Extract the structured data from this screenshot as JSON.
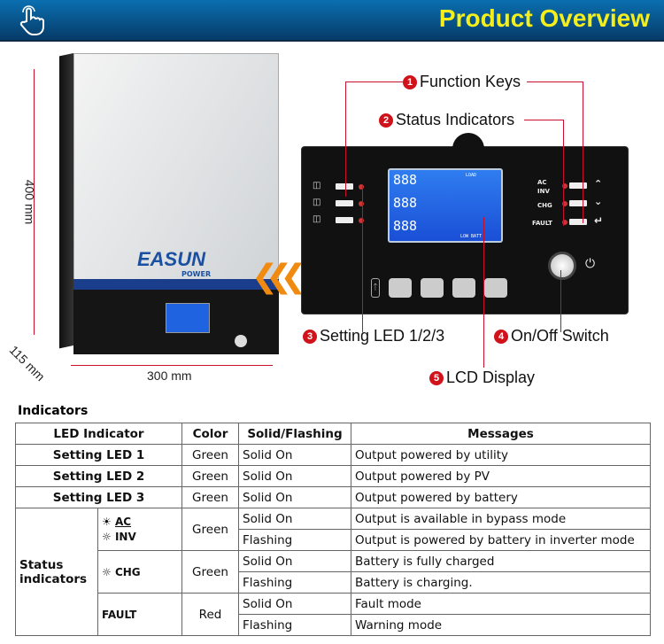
{
  "header": {
    "title": "Product Overview",
    "icon": "hand-pointer-icon"
  },
  "product": {
    "brand": "EASUN",
    "brand_sub": "POWER",
    "height": "400 mm",
    "width": "300 mm",
    "depth": "115 mm"
  },
  "callouts": [
    {
      "num": "1",
      "label": "Function Keys"
    },
    {
      "num": "2",
      "label": "Status Indicators"
    },
    {
      "num": "3",
      "label": "Setting LED 1/2/3"
    },
    {
      "num": "4",
      "label": "On/Off Switch"
    },
    {
      "num": "5",
      "label": "LCD Display"
    }
  ],
  "panel": {
    "ac": "AC",
    "inv": "INV",
    "chg": "CHG",
    "fault": "FAULT",
    "lcd_digits": "888",
    "lcd_load": "LOAD",
    "lcd_low_batt": "LOW BATT"
  },
  "indicators": {
    "title": "Indicators",
    "headers": [
      "LED Indicator",
      "Color",
      "Solid/Flashing",
      "Messages"
    ],
    "setting_rows": [
      {
        "led": "Setting LED 1",
        "color": "Green",
        "mode": "Solid On",
        "message": "Output powered by utility"
      },
      {
        "led": "Setting LED 2",
        "color": "Green",
        "mode": "Solid On",
        "message": "Output powered by PV"
      },
      {
        "led": "Setting LED 3",
        "color": "Green",
        "mode": "Solid On",
        "message": "Output powered by battery"
      }
    ],
    "status_label": "Status indicators",
    "status_groups": [
      {
        "name": "AC",
        "name2": "INV",
        "color": "Green",
        "rows": [
          {
            "mode": "Solid On",
            "message": "Output is available in bypass mode"
          },
          {
            "mode": "Flashing",
            "message": "Output is powered by battery in inverter mode"
          }
        ]
      },
      {
        "name": "CHG",
        "color": "Green",
        "rows": [
          {
            "mode": "Solid On",
            "message": "Battery is fully charged"
          },
          {
            "mode": "Flashing",
            "message": "Battery is charging."
          }
        ]
      },
      {
        "name": "FAULT",
        "color": "Red",
        "rows": [
          {
            "mode": "Solid On",
            "message": "Fault mode"
          },
          {
            "mode": "Flashing",
            "message": "Warning mode"
          }
        ]
      }
    ]
  },
  "colors": {
    "header_bg": "#0a5a96",
    "title": "#f4ef1c",
    "accent_red": "#d0121b",
    "lcd_blue": "#2f7df0"
  }
}
